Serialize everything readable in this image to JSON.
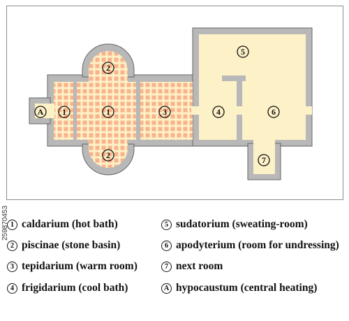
{
  "colors": {
    "wall": "#b8b8b8",
    "floor": "#fdf1c7",
    "hypocaust_tile": "#f9b38c",
    "outline": "#666666"
  },
  "plan_labels": {
    "one_small": "1",
    "one_main": "1",
    "two_top": "2",
    "two_bottom": "2",
    "three": "3",
    "four": "4",
    "five": "5",
    "six": "6",
    "seven": "7",
    "a": "A"
  },
  "legend": [
    {
      "marker": "1",
      "label": "caldarium (hot bath)"
    },
    {
      "marker": "2",
      "label": "piscinae (stone basin)"
    },
    {
      "marker": "3",
      "label": "tepidarium (warm room)"
    },
    {
      "marker": "4",
      "label": "frigidarium (cool bath)"
    },
    {
      "marker": "5",
      "label": "sudatorium (sweating-room)"
    },
    {
      "marker": "6",
      "label": "apodyterium (room for undressing)"
    },
    {
      "marker": "7",
      "label": "next room"
    },
    {
      "marker": "A",
      "label": "hypocaustum (central heating)"
    }
  ],
  "side_id": "259870453"
}
